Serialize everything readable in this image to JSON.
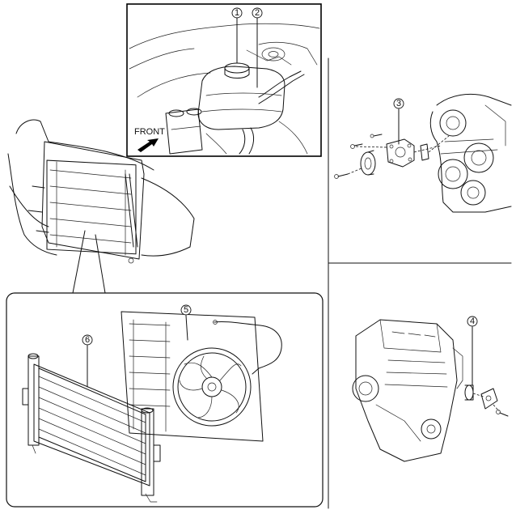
{
  "callouts": {
    "c1": "1",
    "c2": "2",
    "c3": "3",
    "c4": "4",
    "c5": "5",
    "c6": "6"
  },
  "front_label": "FRONT"
}
